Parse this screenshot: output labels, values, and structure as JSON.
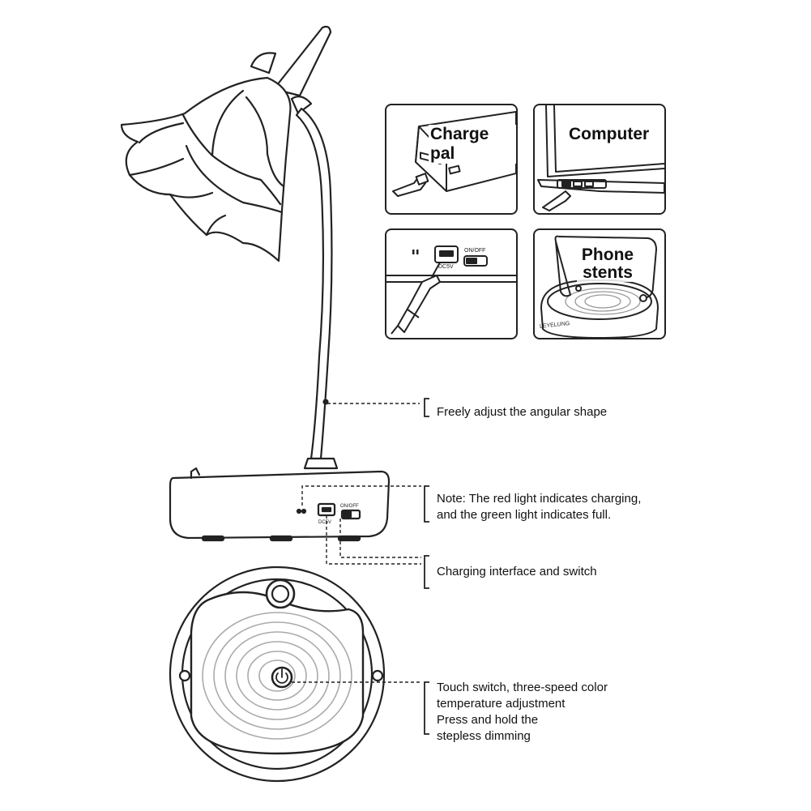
{
  "panels": {
    "charge_pal": {
      "title": "Charge pal"
    },
    "computer": {
      "title": "Computer"
    },
    "port_closeup": {
      "dc_label": "DC5V",
      "switch_label": "ON/OFF"
    },
    "phone_stand": {
      "title_line1": "Phone",
      "title_line2": "stents",
      "brand": "LEYELUNG"
    }
  },
  "base": {
    "dc_label": "DC5V",
    "switch_label": "ON/OFF"
  },
  "callouts": {
    "neck": "Freely adjust the angular shape",
    "note_line1": "Note: The red light indicates charging,",
    "note_line2": "and the green light indicates full.",
    "interface": "Charging interface and switch",
    "touch_line1": "Touch switch, three-speed color",
    "touch_line2": "temperature adjustment",
    "touch_line3": "Press and hold the",
    "touch_line4": "stepless dimming"
  }
}
